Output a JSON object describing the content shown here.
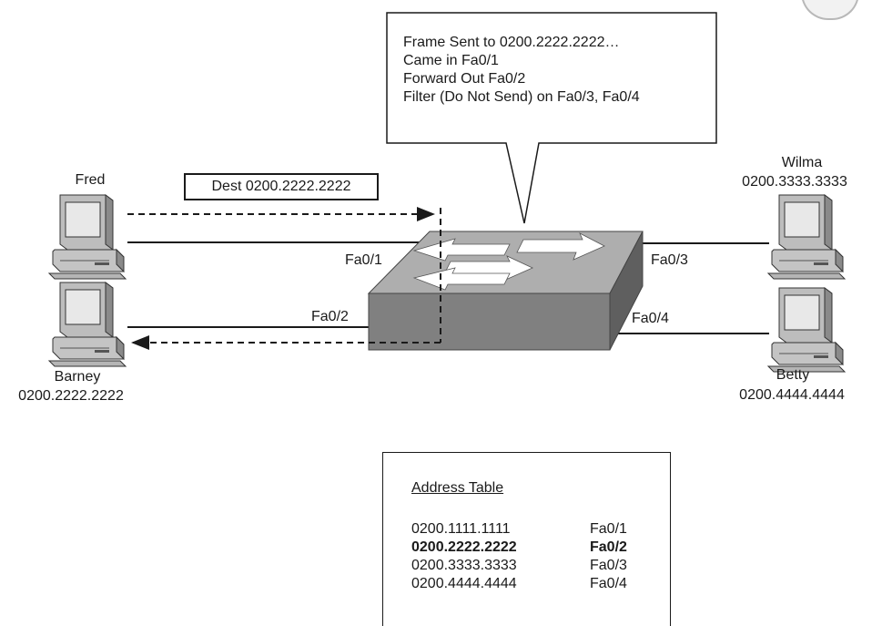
{
  "hosts": {
    "fred": {
      "name": "Fred",
      "mac": ""
    },
    "barney": {
      "name": "Barney",
      "mac": "0200.2222.2222"
    },
    "wilma": {
      "name": "Wilma",
      "mac": "0200.3333.3333"
    },
    "betty": {
      "name": "Betty",
      "mac": "0200.4444.4444"
    }
  },
  "ports": {
    "p1": "Fa0/1",
    "p2": "Fa0/2",
    "p3": "Fa0/3",
    "p4": "Fa0/4"
  },
  "frame_label": "Dest 0200.2222.2222",
  "callout": [
    "Frame Sent to 0200.2222.2222…",
    "Came in Fa0/1",
    "Forward Out Fa0/2",
    "Filter (Do Not Send) on Fa0/3, Fa0/4"
  ],
  "address_table": {
    "title": "Address Table",
    "rows": [
      {
        "mac": "0200.1111.1111",
        "port": "Fa0/1"
      },
      {
        "mac": "0200.2222.2222",
        "port": "Fa0/2"
      },
      {
        "mac": "0200.3333.3333",
        "port": "Fa0/3"
      },
      {
        "mac": "0200.4444.4444",
        "port": "Fa0/4"
      }
    ]
  },
  "colors": {
    "line": "#1a1a1a",
    "switch_top": "#aeaeae",
    "switch_front": "#7f7f7f",
    "switch_side": "#5e5e5e"
  }
}
